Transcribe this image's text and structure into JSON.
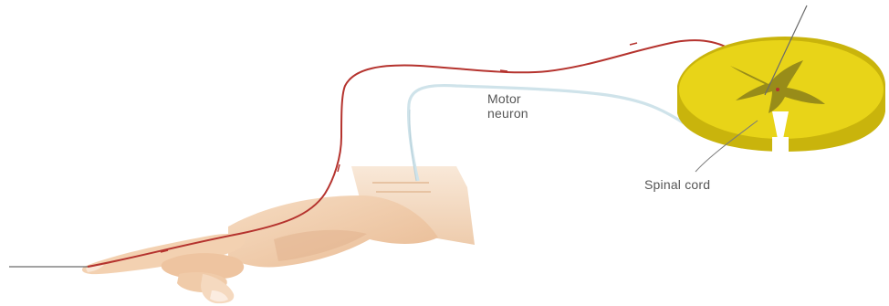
{
  "labels": {
    "motor_neuron_line1": "Motor",
    "motor_neuron_line2": "neuron",
    "spinal_cord": "Spinal cord"
  },
  "colors": {
    "background": "#ffffff",
    "sensory_neuron": "#b5332e",
    "motor_neuron": "#cfe3ea",
    "spinal_cord": "#e8d418",
    "spinal_cord_side": "#c9b40c",
    "grey_matter": "#8a7f1a",
    "skin": "#f1cfae",
    "skin_shadow": "#dcae88",
    "label_text": "#555555"
  },
  "icons": [
    "hand-illustration",
    "spinal-cord-cross-section",
    "pin-icon"
  ]
}
